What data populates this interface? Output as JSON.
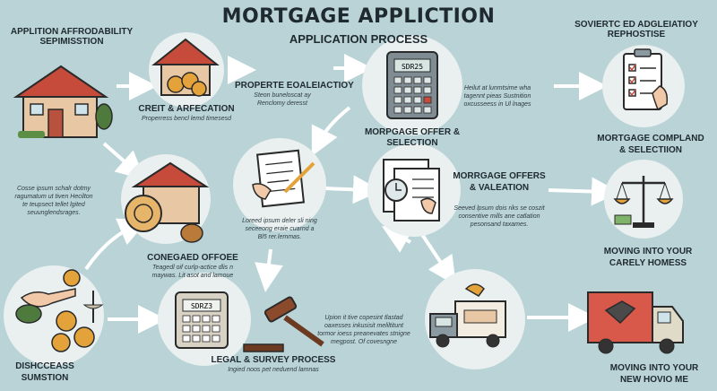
{
  "header": {
    "title": "MORTGAGE APPLICTION",
    "subtitle": "APPLICATION PROCESS"
  },
  "top_left_heading": {
    "line1": "APPLITION AFFRODABILITY",
    "line2": "SEPIMISSTION"
  },
  "top_right_heading": {
    "line1": "SOVIERTC ED ADGLEIATIOY",
    "line2": "REPHOSTISE"
  },
  "left_text": [
    "Cosse ipsum schalr dotmy",
    "ragumatum ut tiven Hecilton",
    "te teupsect tellet lgited",
    "seuunglendsrages."
  ],
  "credit": {
    "title": "CREIT & ARFECATION",
    "text": "Properress bencl lemd timesesd"
  },
  "property": {
    "title": "PROPERTE EOALEIACTIOY",
    "text": [
      "Steon buneloscat ay",
      "Renclomy deresst"
    ]
  },
  "calc_note": {
    "text": [
      "Heilut at lunmtsime wha",
      "tagennt pieas Sustnition",
      "oxcusseess in Ul lnages"
    ]
  },
  "offer1": {
    "title": [
      "MORPGAGE OFFER &",
      "SELECTION"
    ]
  },
  "offer2": {
    "title": [
      "MORRGAGE OFFERS",
      "& VALEATION"
    ],
    "text": [
      "Seeved lpsum dois riks se coszit",
      "consentive mills ane catlation",
      "pesonsand taxames."
    ]
  },
  "complaint": {
    "title": [
      "MORTGAGE COMPLAND",
      "& SELECTIION"
    ]
  },
  "moving1": {
    "title": [
      "MOVING INTO YOUR",
      "CARELY HOMESS"
    ]
  },
  "moving2": {
    "title": [
      "MOVING INTO YOUR",
      "NEW HOVIO ME"
    ]
  },
  "form_note": {
    "text": [
      "Loreed ipsum deler sli ning",
      "seceeong eraie cuarnd a",
      "Bl5 rer.lemmas."
    ]
  },
  "congaged": {
    "title": "CONEGAED OFFOEE",
    "text": [
      "Teagedl oif curlp-actice dlis n",
      "maywas. Lit asot and lamoue"
    ]
  },
  "legal": {
    "title": "LEGAL & SURVEY PROCESS",
    "text": "Ingied noos pet neduend lamnas"
  },
  "center_note": {
    "text": [
      "Upion it tive copesint tlastad",
      "oaxesses inkusisit meliltitunt",
      "tormor ioess preanevates stnigne",
      "megpost. Of covesngne"
    ]
  },
  "disclosure": {
    "line1": "DISHCCEASS",
    "line2": "SUMSTION"
  },
  "screens": {
    "calc_top": "SDR25",
    "calc_bottom": "SDRZ3"
  },
  "colors": {
    "background": "#b9d3d6",
    "circle": "#e9f0ef",
    "roof": "#c64b3b",
    "house": "#e8c7a5",
    "arrow": "#ffffff",
    "outline": "#2a2a2a"
  }
}
